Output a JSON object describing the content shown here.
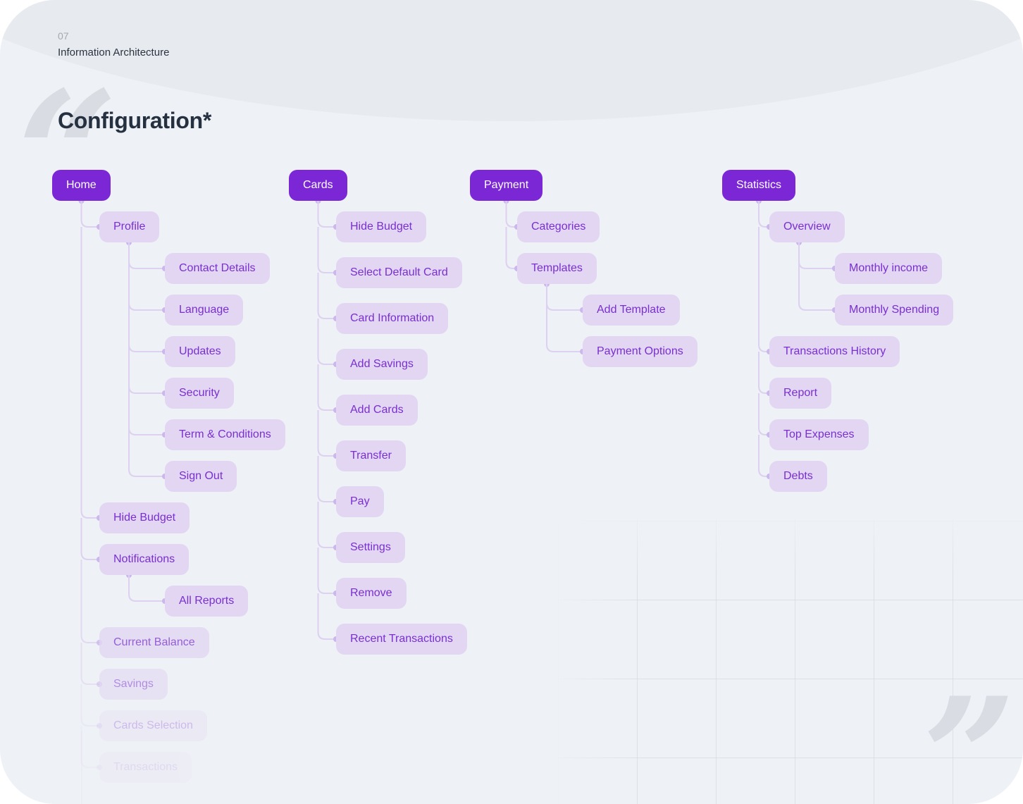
{
  "section": {
    "number": "07",
    "name": "Information Architecture"
  },
  "title": "Configuration*",
  "quotes": {
    "open": "“",
    "close": "”"
  },
  "tree": [
    {
      "label": "Home",
      "children": [
        {
          "label": "Profile",
          "children": [
            {
              "label": "Contact Details"
            },
            {
              "label": "Language"
            },
            {
              "label": "Updates"
            },
            {
              "label": "Security"
            },
            {
              "label": "Term & Conditions"
            },
            {
              "label": "Sign Out"
            }
          ]
        },
        {
          "label": "Hide Budget"
        },
        {
          "label": "Notifications",
          "children": [
            {
              "label": "All Reports"
            }
          ]
        },
        {
          "label": "Current Balance"
        },
        {
          "label": "Savings"
        },
        {
          "label": "Cards Selection"
        },
        {
          "label": "Transactions"
        }
      ]
    },
    {
      "label": "Cards",
      "children": [
        {
          "label": "Hide Budget"
        },
        {
          "label": "Select Default Card"
        },
        {
          "label": "Card Information"
        },
        {
          "label": "Add Savings"
        },
        {
          "label": "Add Cards"
        },
        {
          "label": "Transfer"
        },
        {
          "label": "Pay"
        },
        {
          "label": "Settings"
        },
        {
          "label": "Remove"
        },
        {
          "label": "Recent Transactions"
        }
      ]
    },
    {
      "label": "Payment",
      "children": [
        {
          "label": "Categories"
        },
        {
          "label": "Templates",
          "children": [
            {
              "label": "Add Template"
            },
            {
              "label": "Payment Options"
            }
          ]
        }
      ]
    },
    {
      "label": "Statistics",
      "children": [
        {
          "label": "Overview",
          "children": [
            {
              "label": "Monthly income"
            },
            {
              "label": "Monthly Spending"
            }
          ]
        },
        {
          "label": "Transactions History"
        },
        {
          "label": "Report"
        },
        {
          "label": "Top Expenses"
        },
        {
          "label": "Debts"
        }
      ]
    }
  ],
  "colors": {
    "root_fill": "#7b27d6",
    "child_fill": "#e2d6f3",
    "child_text": "#7a2fd0",
    "connector": "#ddd0f0",
    "connector_dot": "#cbb7ec",
    "title_text": "#253140"
  }
}
